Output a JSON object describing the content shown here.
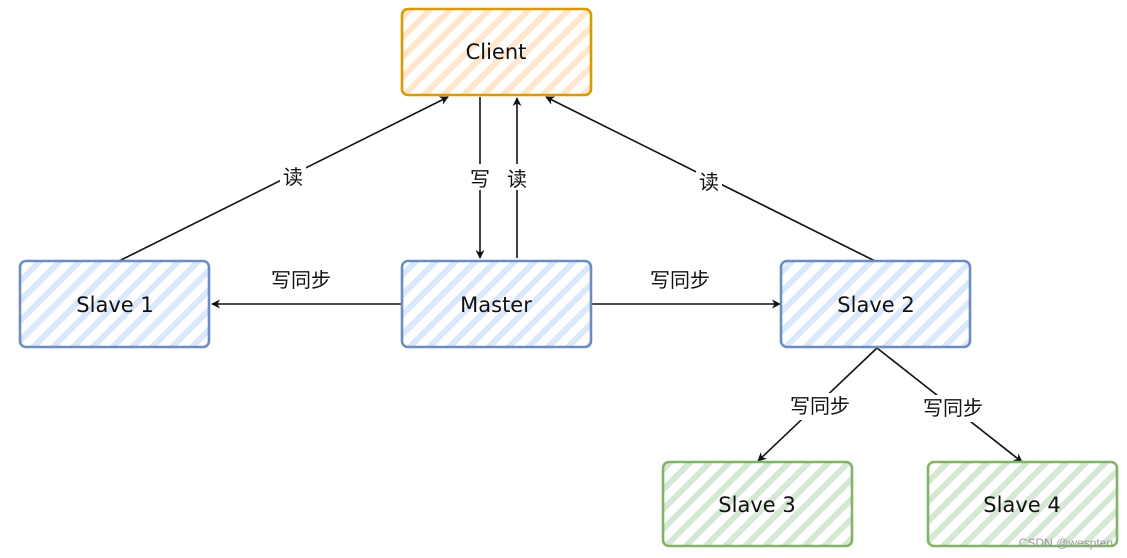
{
  "nodes": {
    "client": {
      "label": "Client"
    },
    "master": {
      "label": "Master"
    },
    "slave1": {
      "label": "Slave 1"
    },
    "slave2": {
      "label": "Slave 2"
    },
    "slave3": {
      "label": "Slave 3"
    },
    "slave4": {
      "label": "Slave 4"
    }
  },
  "edges": {
    "slave1_to_client": {
      "label": "读"
    },
    "client_to_master": {
      "label": "写"
    },
    "master_to_client": {
      "label": "读"
    },
    "slave2_to_client": {
      "label": "读"
    },
    "master_to_slave1": {
      "label": "写同步"
    },
    "master_to_slave2": {
      "label": "写同步"
    },
    "slave2_to_slave3": {
      "label": "写同步"
    },
    "slave2_to_slave4": {
      "label": "写同步"
    }
  },
  "colors": {
    "orange_stroke": "#d79b00",
    "orange_fill": "#ffe6cc",
    "blue_stroke": "#6c8ebf",
    "blue_fill": "#dae8fc",
    "green_stroke": "#82b366",
    "green_fill": "#d5e8d4"
  },
  "watermark": "CSDN @wespten"
}
